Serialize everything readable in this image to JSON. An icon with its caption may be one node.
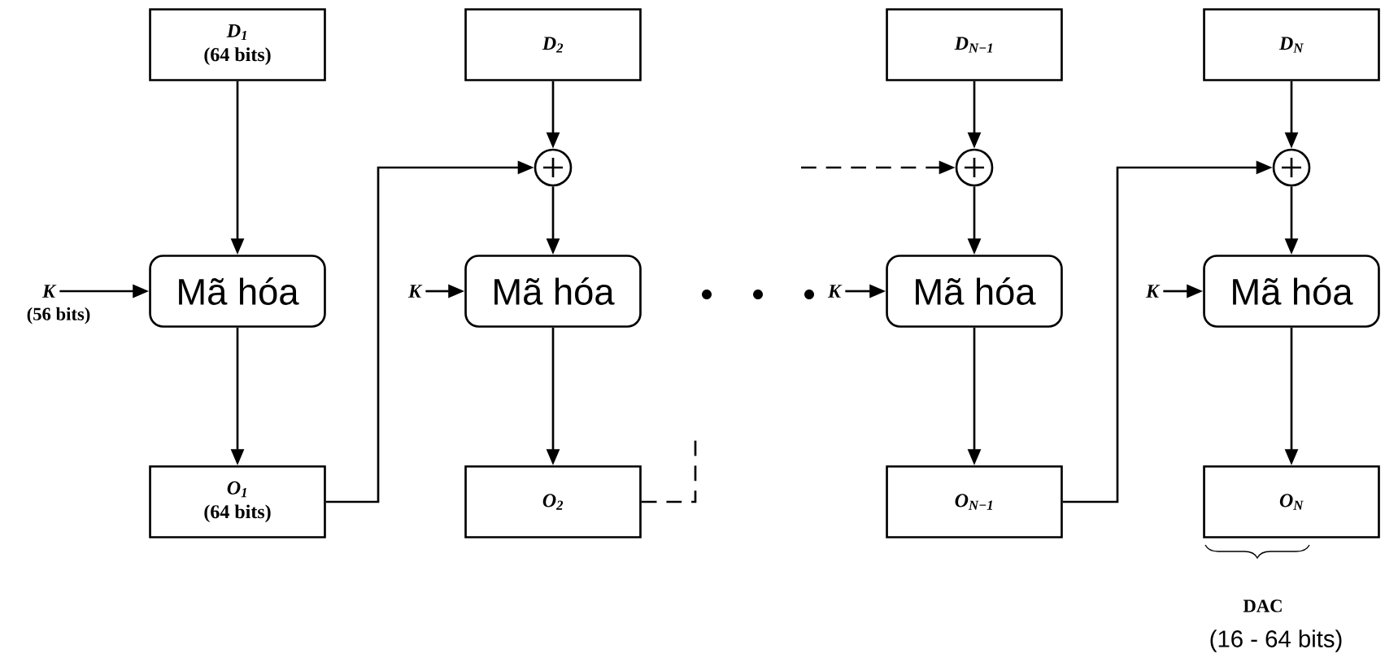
{
  "diagram": {
    "nodes": [
      {
        "text": [
          "D$_{1}$",
          "(64 bits)"
        ]
      },
      {
        "text": [
          "D$_{2}$"
        ]
      },
      {
        "text": [
          "D$_{N−1}$"
        ]
      },
      {
        "text": [
          "D$_{N}$"
        ]
      },
      {
        "text": [],
        "shape": "circle"
      },
      {
        "text": [],
        "shape": "circle"
      },
      {
        "text": [],
        "shape": "circle"
      },
      {
        "text": [
          "Mã hóa"
        ]
      },
      {
        "text": [
          "Mã hóa"
        ]
      },
      {
        "text": [
          "Mã hóa"
        ]
      },
      {
        "text": [
          "Mã hóa"
        ]
      },
      {
        "text": [
          "O$_{1}$",
          "(64 bits)"
        ]
      },
      {
        "text": [
          "O$_{2}$"
        ]
      },
      {
        "text": [
          "O$_{N−1}$"
        ]
      },
      {
        "text": [
          "O$_{N}$"
        ]
      },
      {
        "text": [
          "K"
        ],
        "beside": [
          "(56 bits)"
        ]
      },
      {
        "text": [
          "K"
        ]
      },
      {
        "text": [
          "K"
        ]
      },
      {
        "text": [
          "K"
        ]
      }
    ],
    "edges": [
      {
        "from": 0,
        "to": 7,
        "arrow": "to"
      },
      {
        "from": 7,
        "to": 11,
        "arrow": "to"
      },
      {
        "from": 11,
        "to": 4,
        "arrow": "to"
      },
      {
        "from": 1,
        "to": 4,
        "arrow": "to"
      },
      {
        "from": 4,
        "to": 8,
        "arrow": "to"
      },
      {
        "from": 8,
        "to": 12,
        "arrow": "to"
      },
      {
        "from": 12,
        "to": null,
        "arrow": "none",
        "style": "dashed"
      },
      {
        "from": null,
        "to": 5,
        "arrow": "to",
        "style": "dashed"
      },
      {
        "from": 2,
        "to": 5,
        "arrow": "to"
      },
      {
        "from": 5,
        "to": 9,
        "arrow": "to"
      },
      {
        "from": 9,
        "to": 13,
        "arrow": "to"
      },
      {
        "from": 13,
        "to": 6,
        "arrow": "to"
      },
      {
        "from": 3,
        "to": 6,
        "arrow": "to"
      },
      {
        "from": 6,
        "to": 10,
        "arrow": "to"
      },
      {
        "from": 10,
        "to": 14,
        "arrow": "to"
      },
      {
        "from": 15,
        "to": 7,
        "arrow": "to"
      },
      {
        "from": 16,
        "to": 8,
        "arrow": "to"
      },
      {
        "from": 17,
        "to": 9,
        "arrow": "to"
      },
      {
        "from": 18,
        "to": 10,
        "arrow": "to"
      }
    ],
    "labels": [
      "DAC",
      "(16 - 64 bits)"
    ]
  }
}
